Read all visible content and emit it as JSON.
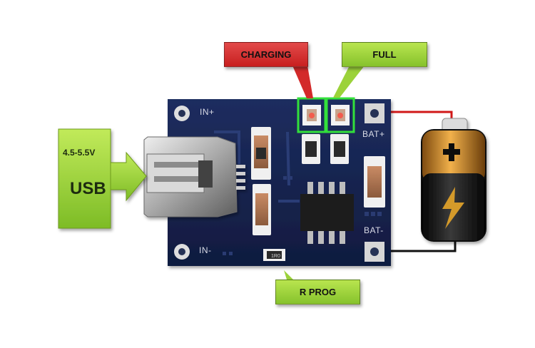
{
  "labels": {
    "charging": "CHARGING",
    "full": "FULL",
    "voltage": "4.5-5.5V",
    "usb": "USB",
    "r_prog": "R PROG"
  },
  "pcb": {
    "in_plus": "IN+",
    "in_minus": "IN-",
    "bat_plus": "BAT+",
    "bat_minus": "BAT-",
    "resistor_code": "1R0"
  },
  "colors": {
    "pcb": "#17254f",
    "callout_red": "#d32a2a",
    "callout_green": "#9bd23a",
    "wire_red": "#d01818",
    "wire_black": "#111111",
    "battery_top": "#c7861f",
    "battery_body": "#151515",
    "led_highlight": "#31e03b"
  }
}
